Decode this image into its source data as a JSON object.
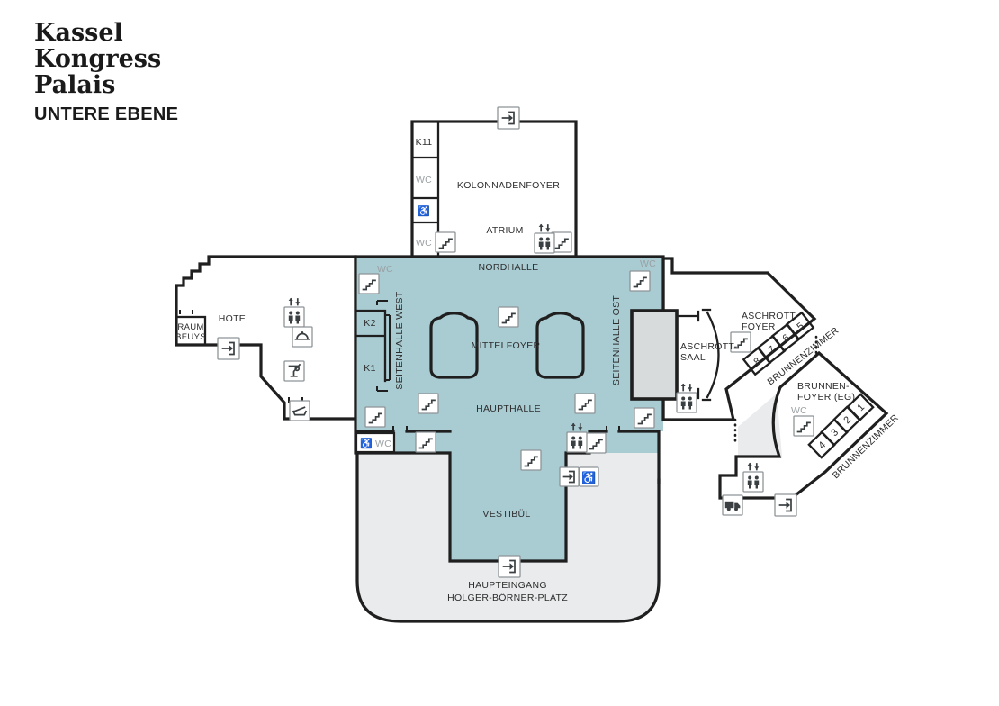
{
  "title": {
    "line1": "Kassel",
    "line2": "Kongress",
    "line3": "Palais",
    "level": "UNTERE EBENE"
  },
  "colors": {
    "hall_teal": "#a9cbd2",
    "area_gray": "#d8dbdc",
    "apron_gray": "#e9ebec",
    "wall": "#1f1f1f",
    "muted_text": "#9aa0a3"
  },
  "plan": {
    "kolonnadenfoyer": "KOLONNADENFOYER",
    "atrium": "ATRIUM",
    "k11": "K11",
    "wc": "WC",
    "nordhalle": "NORDHALLE",
    "mittelfoyer": "MITTELFOYER",
    "haupthalle": "HAUPTHALLE",
    "seitenhalle_west": "SEITENHALLE WEST",
    "seitenhalle_ost": "SEITENHALLE OST",
    "hotel": "HOTEL",
    "raum": "RAUM",
    "beuys": "BEUYS",
    "k2": "K2",
    "k1": "K1",
    "aschrott_dash": "ASCHROTT-",
    "saal": "SAAL",
    "foyer": "FOYER",
    "brunnen_dash": "BRUNNEN-",
    "foyer_eg": "FOYER (EG)",
    "brunnenzimmer": "BRUNNENZIMMER",
    "vestibuel": "VESTIBÜL",
    "haupteingang": "HAUPTEINGANG",
    "platz": "HOLGER-BÖRNER-PLATZ",
    "numbers": [
      "1",
      "2",
      "3",
      "4",
      "5",
      "6",
      "7",
      "8"
    ]
  },
  "icons": {
    "wheelchair_char": "♿"
  }
}
